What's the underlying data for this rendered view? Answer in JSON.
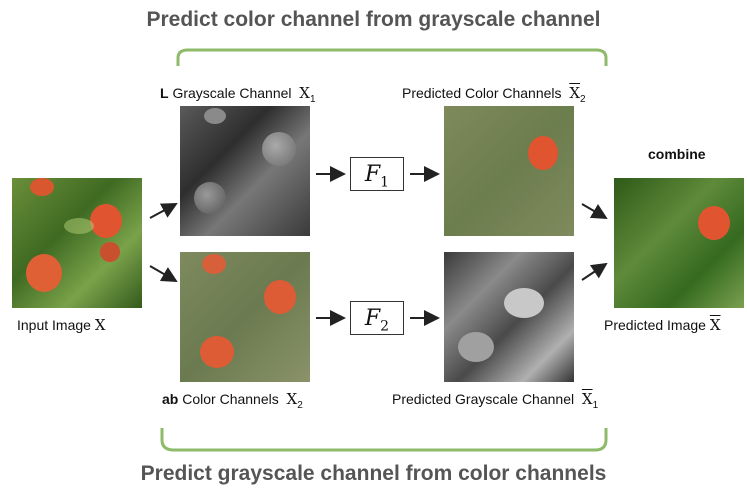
{
  "titles": {
    "top": "Predict color channel from grayscale channel",
    "bottom": "Predict grayscale channel from color channels"
  },
  "labels": {
    "input_image": "Input Image",
    "input_var": "X",
    "grayscale_prefix": "L",
    "grayscale_channel": "Grayscale Channel",
    "grayscale_var": "X",
    "grayscale_sub": "1",
    "color_prefix": "ab",
    "color_channels": "Color Channels",
    "color_var": "X",
    "color_sub": "2",
    "predicted_color": "Predicted Color Channels",
    "predicted_color_var": "X",
    "predicted_color_sub": "2",
    "predicted_gray": "Predicted Grayscale Channel",
    "predicted_gray_var": "X",
    "predicted_gray_sub": "1",
    "combine": "combine",
    "predicted_image": "Predicted Image",
    "predicted_image_var": "X"
  },
  "networks": {
    "f1": {
      "symbol": "F",
      "sub": "1"
    },
    "f2": {
      "symbol": "F",
      "sub": "2"
    }
  },
  "colors": {
    "bracket": "#8dbb6a",
    "title_text": "#555555",
    "arrow": "#222222",
    "berry": "#e0552f",
    "leaf": "#4d7a2c"
  }
}
